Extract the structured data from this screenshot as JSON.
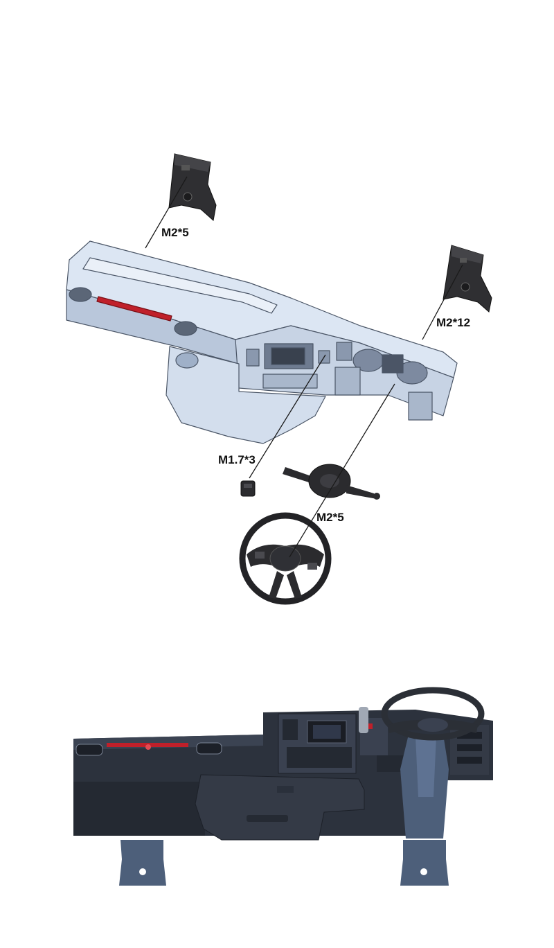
{
  "callouts": {
    "left_bracket": "M2*5",
    "right_bracket": "M2*12",
    "center_knob": "M1.7*3",
    "steering_wheel": "M2*5"
  },
  "colors": {
    "line_drawing_fill": "#cdd9ea",
    "line_drawing_stroke": "#4a5566",
    "part_dark": "#2b2b2e",
    "assembled_dash": "#2c323d",
    "assembled_panel": "#3a4150",
    "bracket_blue": "#4d5f7a",
    "accent_red": "#c0202a"
  },
  "icons": {
    "bracket": "mounting-bracket-icon",
    "knob": "small-knob-icon",
    "column": "steering-column-icon",
    "wheel": "steering-wheel-icon"
  }
}
